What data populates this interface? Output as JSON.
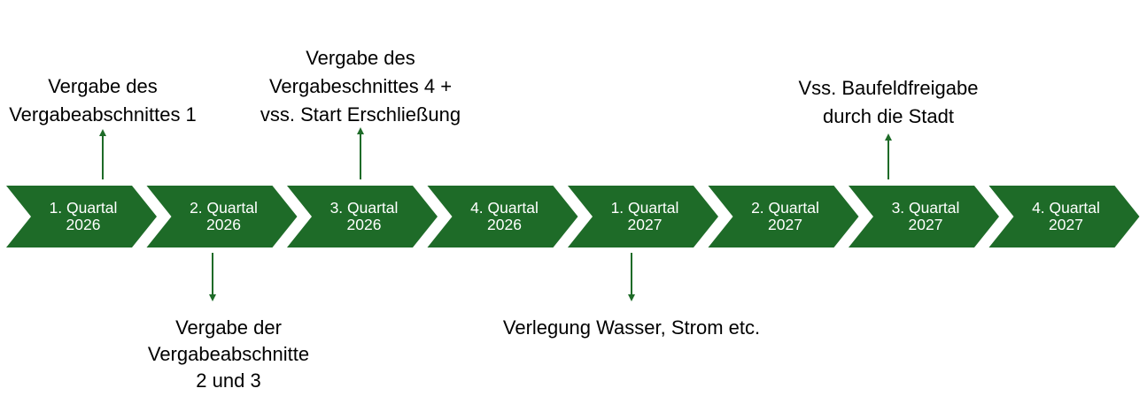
{
  "colors": {
    "chevron": "#1e6b28",
    "arrow": "#1e6b28",
    "text": "#000000",
    "chevron_text": "#ffffff"
  },
  "periods": [
    {
      "line1": "1. Quartal",
      "line2": "2026"
    },
    {
      "line1": "2. Quartal",
      "line2": "2026"
    },
    {
      "line1": "3. Quartal",
      "line2": "2026"
    },
    {
      "line1": "4. Quartal",
      "line2": "2026"
    },
    {
      "line1": "1. Quartal",
      "line2": "2027"
    },
    {
      "line1": "2. Quartal",
      "line2": "2027"
    },
    {
      "line1": "3. Quartal",
      "line2": "2027"
    },
    {
      "line1": "4. Quartal",
      "line2": "2027"
    }
  ],
  "annotations": {
    "above": [
      {
        "period": 1,
        "lines": [
          "Vergabe des",
          "Vergabeabschnittes 1"
        ]
      },
      {
        "period": 3,
        "lines": [
          "Vergabe des",
          "Vergabeschnittes 4 +",
          "vss. Start Erschließung"
        ]
      },
      {
        "period": 7,
        "lines": [
          "Vss. Baufeldfreigabe",
          "durch die Stadt"
        ]
      }
    ],
    "below": [
      {
        "period": 2,
        "lines": [
          "Vergabe der",
          "Vergabeabschnitte",
          "2 und 3"
        ]
      },
      {
        "period": 5,
        "lines": [
          "Verlegung Wasser, Strom etc."
        ]
      }
    ]
  }
}
